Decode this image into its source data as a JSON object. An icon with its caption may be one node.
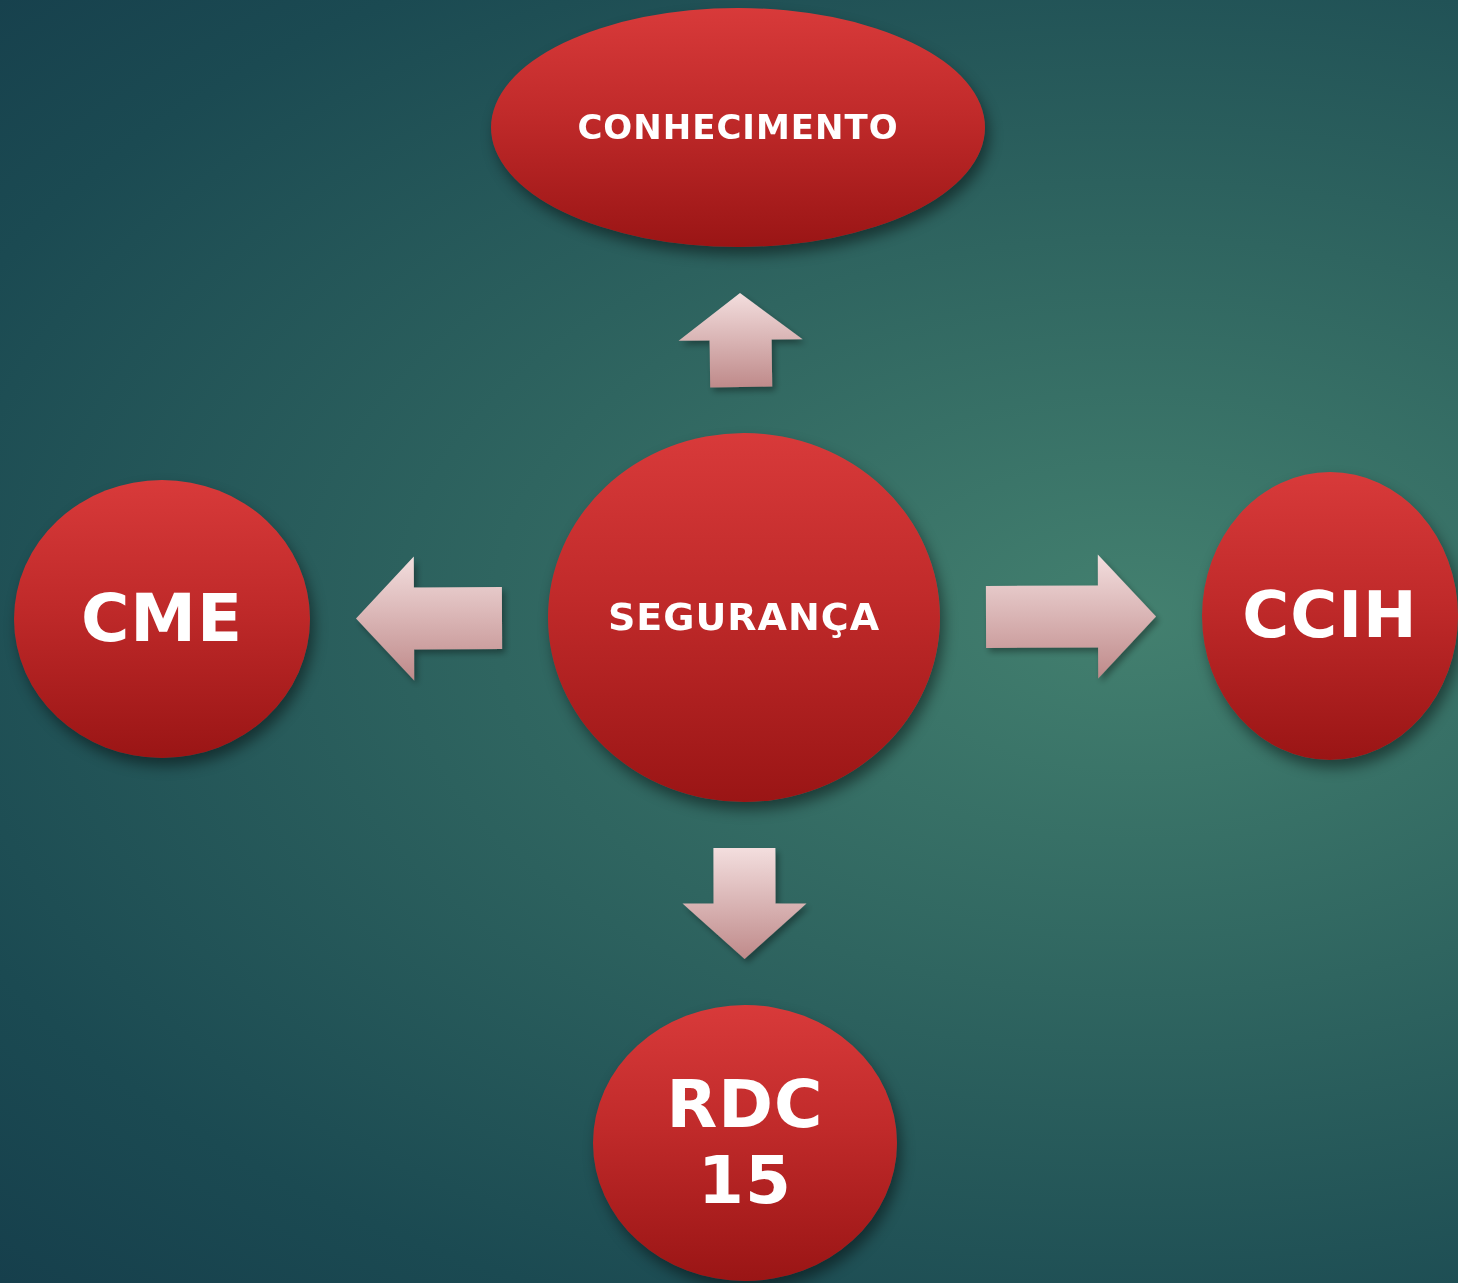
{
  "diagram": {
    "nodes": [
      {
        "text": [
          "CONHECIMENTO"
        ]
      },
      {
        "text": [
          "CME"
        ]
      },
      {
        "text": [
          "SEGURANÇA"
        ]
      },
      {
        "text": [
          "CCIH"
        ]
      },
      {
        "text": [
          "RDC 15"
        ]
      }
    ],
    "edges": [
      {
        "from": 2,
        "to": 0,
        "arrow": "to"
      },
      {
        "from": 2,
        "to": 1,
        "arrow": "to"
      },
      {
        "from": 2,
        "to": 3,
        "arrow": "to"
      },
      {
        "from": 2,
        "to": 4,
        "arrow": "to"
      }
    ]
  }
}
